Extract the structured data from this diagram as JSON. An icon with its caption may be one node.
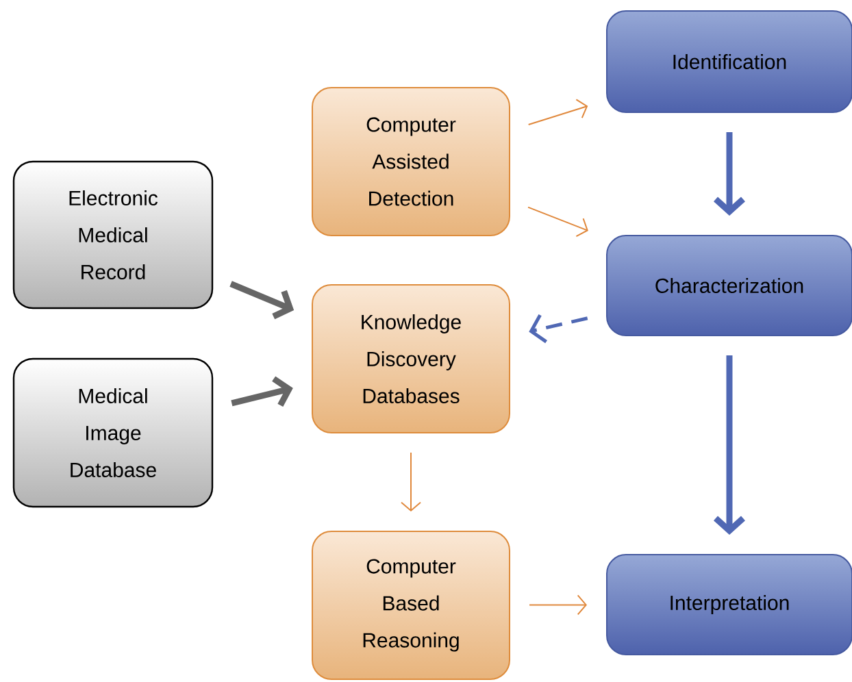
{
  "diagram": {
    "nodes": [
      {
        "text": [
          "Electronic Medical Record"
        ]
      },
      {
        "text": [
          "Medical Image Database"
        ]
      },
      {
        "text": [
          "Computer Assisted Detection"
        ]
      },
      {
        "text": [
          "Knowledge Discovery Databases"
        ]
      },
      {
        "text": [
          "Computer Based Reasoning"
        ]
      },
      {
        "text": [
          "Identification"
        ]
      },
      {
        "text": [
          "Characterization"
        ]
      },
      {
        "text": [
          "Interpretation"
        ]
      }
    ],
    "edges": [
      {
        "from": 0,
        "to": 3,
        "arrow": "to",
        "style": "thick",
        "color": "#666666"
      },
      {
        "from": 1,
        "to": 3,
        "arrow": "to",
        "style": "thick",
        "color": "#666666"
      },
      {
        "from": 2,
        "to": 5,
        "arrow": "to"
      },
      {
        "from": 2,
        "to": 6,
        "arrow": "to"
      },
      {
        "from": 6,
        "to": 3,
        "arrow": "to",
        "style": "dashed",
        "color": "#5068b4"
      },
      {
        "from": 3,
        "to": 4,
        "arrow": "to"
      },
      {
        "from": 4,
        "to": 7,
        "arrow": "to"
      },
      {
        "from": 5,
        "to": 6,
        "arrow": "to",
        "style": "thick",
        "color": "#5068b4"
      },
      {
        "from": 6,
        "to": 7,
        "arrow": "to",
        "style": "thick",
        "color": "#5068b4"
      }
    ]
  }
}
